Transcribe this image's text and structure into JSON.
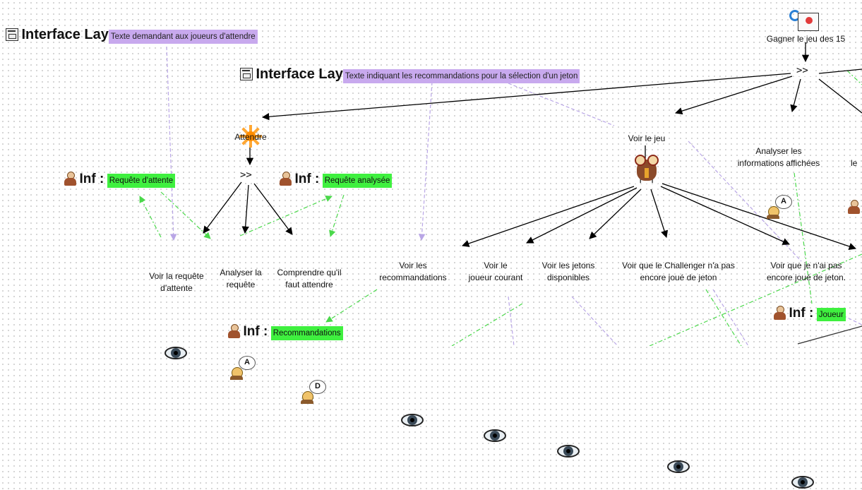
{
  "interfaces": [
    {
      "title": "Interface Lay",
      "text": "Texte demandant aux joueurs d'attendre",
      "icon": "interface-window-icon"
    },
    {
      "title": "Interface Lay",
      "text": "Texte indiquant les recommandations pour la sélection d'un jeton",
      "icon": "interface-window-icon"
    }
  ],
  "infos": [
    {
      "prefix": "Inf :",
      "label": "Requête d'attente",
      "icon": "person-icon"
    },
    {
      "prefix": "Inf :",
      "label": "Requête analysée",
      "icon": "person-icon"
    },
    {
      "prefix": "Inf :",
      "label": "Recommandations",
      "icon": "person-icon"
    },
    {
      "prefix": "Inf :",
      "label": "Joueur",
      "icon": "person-icon"
    }
  ],
  "tasks": {
    "goal": {
      "label": "Gagner le jeu des 15",
      "icon": "goal-task-icon"
    },
    "attendre": {
      "label": "Attendre",
      "icon": "sun-icon"
    },
    "voir_jeu": {
      "label": "Voir le jeu",
      "icon": "owl-icon"
    },
    "analyser_infos": {
      "label1": "Analyser les",
      "label2": "informations affichées",
      "icon": "cognitive-analyze-icon",
      "badge": "A"
    },
    "cut_le": {
      "label": "le"
    },
    "voir_requete": {
      "label1": "Voir la requête",
      "label2": "d'attente",
      "icon": "eye-icon"
    },
    "analyser_requete": {
      "label1": "Analyser la",
      "label2": "requête",
      "icon": "cognitive-analyze-icon",
      "badge": "A"
    },
    "comprendre": {
      "label1": "Comprendre qu'il",
      "label2": "faut attendre",
      "icon": "cognitive-decide-icon",
      "badge": "D"
    },
    "voir_recos": {
      "label1": "Voir les",
      "label2": "recommandations",
      "icon": "eye-icon"
    },
    "voir_joueur": {
      "label1": "Voir le",
      "label2": "joueur courant",
      "icon": "eye-icon"
    },
    "voir_jetons": {
      "label1": "Voir les jetons",
      "label2": "disponibles",
      "icon": "eye-icon"
    },
    "voir_challenger": {
      "label1": "Voir que le Challenger n'a pas",
      "label2": "encore joué de jeton",
      "icon": "eye-icon"
    },
    "voir_moi": {
      "label1": "Voir que je n'ai pas",
      "label2": "encore joué de jeton.",
      "icon": "eye-icon"
    }
  },
  "operators": {
    "seq_top": ">>",
    "seq_mid": ">>",
    "interleave": "|=|"
  },
  "colors": {
    "interface_bg": "#c8a9ee",
    "info_bg": "#3ff03f",
    "edge": "#000000",
    "link_purple": "#b9a6e6",
    "link_green": "#4ad84a"
  }
}
